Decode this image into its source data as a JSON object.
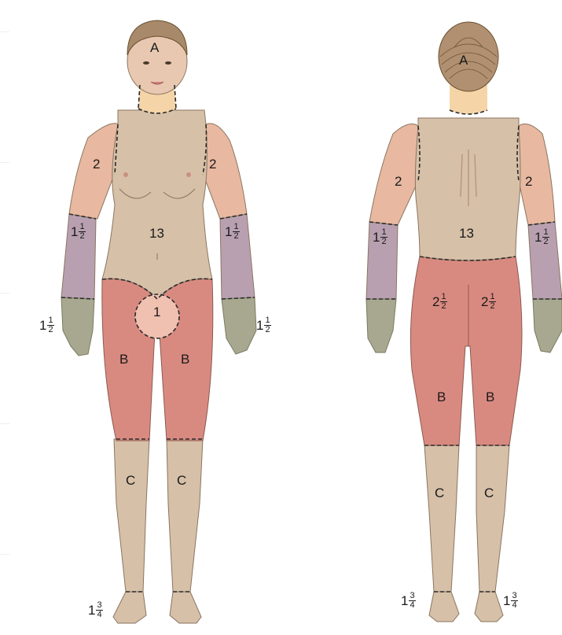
{
  "front": {
    "head": "A",
    "arm_upper_left": "2",
    "arm_upper_right": "2",
    "trunk": "13",
    "forearm_left": {
      "whole": "1",
      "num": "1",
      "den": "2"
    },
    "forearm_right": {
      "whole": "1",
      "num": "1",
      "den": "2"
    },
    "hand_left": {
      "whole": "1",
      "num": "1",
      "den": "2"
    },
    "hand_right": {
      "whole": "1",
      "num": "1",
      "den": "2"
    },
    "genitalia": "1",
    "thigh_left": "B",
    "thigh_right": "B",
    "leg_left": "C",
    "leg_right": "C",
    "foot_left": {
      "whole": "1",
      "num": "3",
      "den": "4"
    }
  },
  "back": {
    "head": "A",
    "arm_upper_left": "2",
    "arm_upper_right": "2",
    "trunk": "13",
    "forearm_left": {
      "whole": "1",
      "num": "1",
      "den": "2"
    },
    "forearm_right": {
      "whole": "1",
      "num": "1",
      "den": "2"
    },
    "buttock_left": {
      "whole": "2",
      "num": "1",
      "den": "2"
    },
    "buttock_right": {
      "whole": "2",
      "num": "1",
      "den": "2"
    },
    "thigh_left": "B",
    "thigh_right": "B",
    "leg_left": "C",
    "leg_right": "C",
    "foot_left": {
      "whole": "1",
      "num": "3",
      "den": "4"
    },
    "foot_right": {
      "whole": "1",
      "num": "3",
      "den": "4"
    }
  },
  "colors": {
    "skin": "#d6c0a8",
    "hair": "#a88a6a",
    "upper_arm": "#e8b8a0",
    "forearm": "#b8a0b0",
    "hand": "#a8a890",
    "thigh": "#d98a80",
    "neck": "#f5d5a8",
    "outline": "#5a4a3a"
  }
}
